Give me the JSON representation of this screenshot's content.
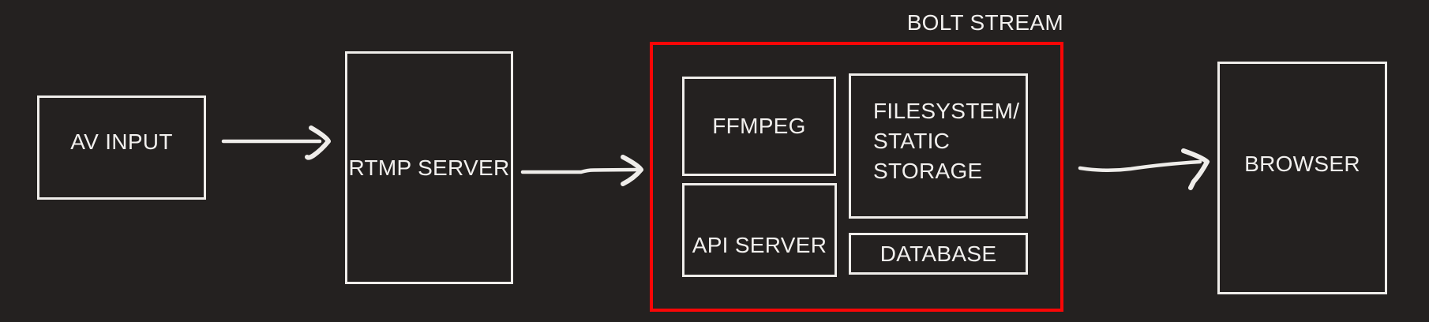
{
  "diagram": {
    "title": "BOLT STREAM",
    "colors": {
      "background": "#242120",
      "box_stroke": "#efedea",
      "text": "#f2f0ee",
      "group_stroke_red": "#f90606"
    },
    "nodes": {
      "av_input": {
        "label": "AV INPUT"
      },
      "rtmp_server": {
        "label": "RTMP SERVER"
      },
      "bolt_stream_group": {
        "label": "BOLT STREAM"
      },
      "ffmpeg": {
        "label": "FFMPEG"
      },
      "api_server": {
        "label": "API SERVER"
      },
      "filesystem_storage": {
        "lines": [
          "FILESYSTEM/",
          "STATIC",
          "STORAGE"
        ]
      },
      "database": {
        "label": "DATABASE"
      },
      "browser": {
        "label": "BROWSER"
      }
    },
    "edges": [
      {
        "from": "AV INPUT",
        "to": "RTMP SERVER"
      },
      {
        "from": "RTMP SERVER",
        "to": "BOLT STREAM"
      },
      {
        "from": "BOLT STREAM",
        "to": "BROWSER"
      }
    ]
  }
}
